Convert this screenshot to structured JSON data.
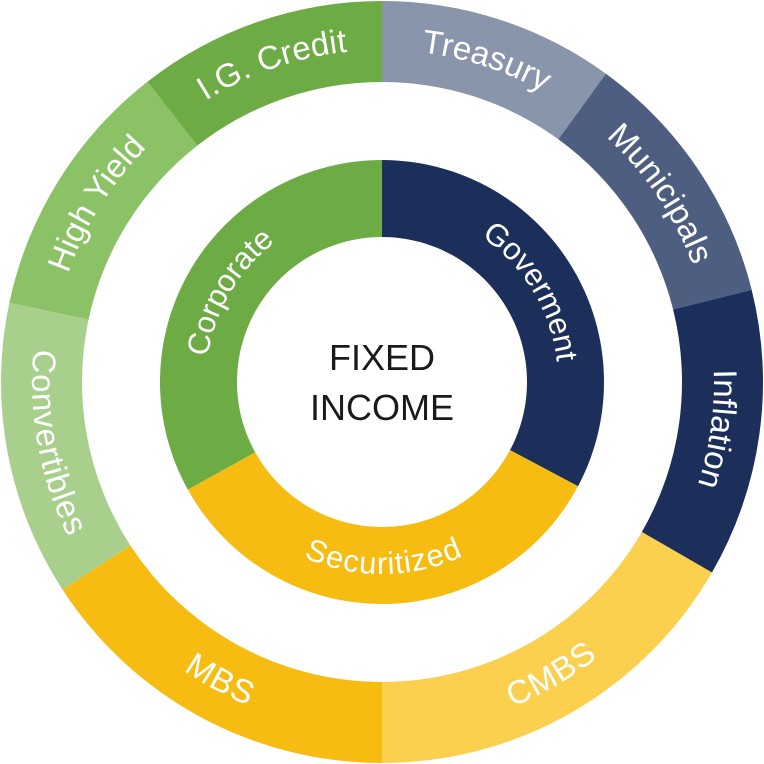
{
  "center": {
    "line1": "FIXED",
    "line2": "INCOME"
  },
  "inner_ring": [
    {
      "label": "Goverment",
      "color": "#1c2f5b",
      "start": 0,
      "end": 118
    },
    {
      "label": "Securitized",
      "color": "#f7bc12",
      "start": 118,
      "end": 241
    },
    {
      "label": "Corporate",
      "color": "#6dab44",
      "start": 241,
      "end": 360
    }
  ],
  "outer_ring": [
    {
      "label": "Treasury",
      "color": "#8995ab",
      "start": 0,
      "end": 36,
      "group": "Goverment"
    },
    {
      "label": "Municipals",
      "color": "#4d5e80",
      "start": 36,
      "end": 76,
      "group": "Goverment"
    },
    {
      "label": "Inflation",
      "color": "#1c2f5b",
      "start": 76,
      "end": 120,
      "group": "Goverment"
    },
    {
      "label": "CMBS",
      "color": "#fcd04f",
      "start": 120,
      "end": 180,
      "group": "Securitized"
    },
    {
      "label": "MBS",
      "color": "#f7bc12",
      "start": 180,
      "end": 237,
      "group": "Securitized"
    },
    {
      "label": "Convertibles",
      "color": "#a8d08c",
      "start": 237,
      "end": 282,
      "group": "Corporate"
    },
    {
      "label": "High Yield",
      "color": "#8bc266",
      "start": 282,
      "end": 322,
      "group": "Corporate"
    },
    {
      "label": "I.G. Credit",
      "color": "#6dab44",
      "start": 322,
      "end": 360,
      "group": "Corporate"
    }
  ]
}
